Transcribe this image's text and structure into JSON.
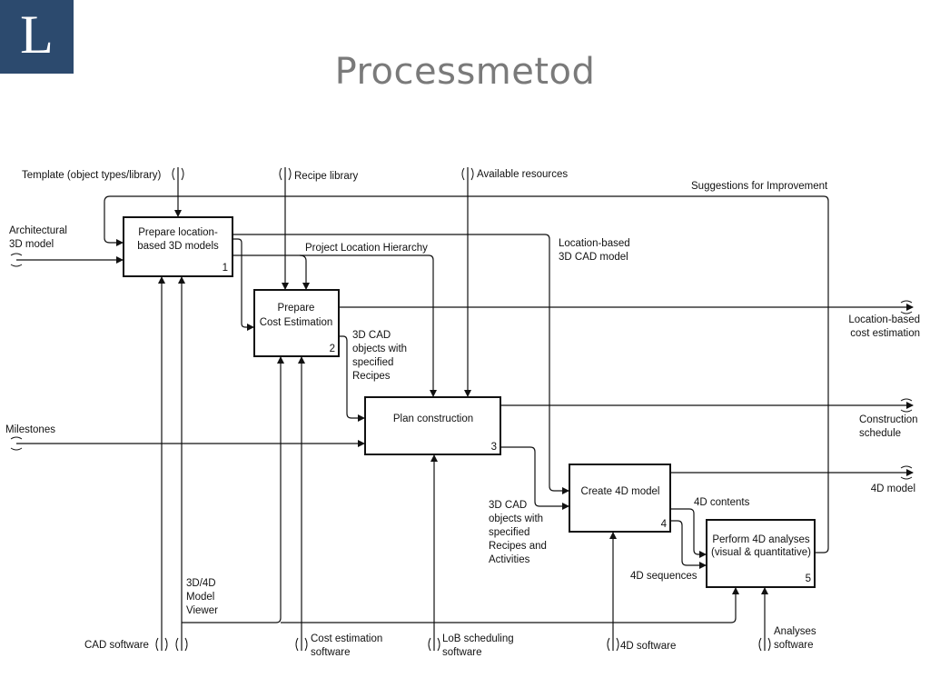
{
  "logo": {
    "letter": "L",
    "color": "#2c4a6e"
  },
  "title": "Processmetod",
  "diagram": {
    "boxes": {
      "b1": {
        "line1": "Prepare location-",
        "line2": "based 3D models",
        "num": "1"
      },
      "b2": {
        "line1": "Prepare",
        "line2": "Cost Estimation",
        "num": "2"
      },
      "b3": {
        "line1": "Plan construction",
        "num": "3"
      },
      "b4": {
        "line1": "Create 4D model",
        "num": "4"
      },
      "b5": {
        "line1": "Perform 4D analyses",
        "line2": "(visual & quantitative)",
        "num": "5"
      }
    },
    "controls": {
      "template": "Template (object types/library)",
      "recipe": "Recipe library",
      "resources": "Available resources",
      "suggestions": "Suggestions for Improvement"
    },
    "inputs": {
      "arch1": "Architectural",
      "arch2": "3D model",
      "milestones": "Milestones"
    },
    "outputs": {
      "cost1": "Location-based",
      "cost2": "cost estimation",
      "sched1": "Construction",
      "sched2": "schedule",
      "model4d": "4D model"
    },
    "flows": {
      "hierarchy": "Project Location Hierarchy",
      "cad1": "Location-based",
      "cad2": "3D CAD model",
      "rec1": "3D CAD",
      "rec2": "objects with",
      "rec3": "specified",
      "rec4": "Recipes",
      "act1": "3D CAD",
      "act2": "objects with",
      "act3": "specified",
      "act4": "Recipes and",
      "act5": "Activities",
      "contents": "4D contents",
      "sequences": "4D sequences"
    },
    "mechanisms": {
      "viewer1": "3D/4D",
      "viewer2": "Model",
      "viewer3": "Viewer",
      "cad": "CAD software",
      "cost1": "Cost estimation",
      "cost2": "software",
      "lob1": "LoB scheduling",
      "lob2": "software",
      "sw4d": "4D software",
      "an1": "Analyses",
      "an2": "software"
    }
  }
}
